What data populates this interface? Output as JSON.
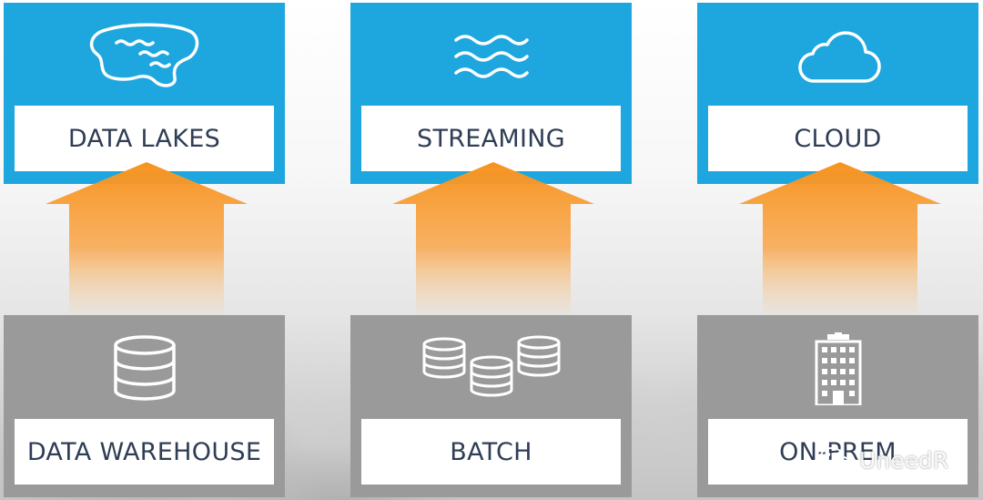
{
  "columns": [
    {
      "top_label": "DATA LAKES",
      "top_icon": "lake-icon",
      "bottom_label": "DATA WAREHOUSE",
      "bottom_icon": "database-icon"
    },
    {
      "top_label": "STREAMING",
      "top_icon": "waves-icon",
      "bottom_label": "BATCH",
      "bottom_icon": "databases-icon"
    },
    {
      "top_label": "CLOUD",
      "top_icon": "cloud-icon",
      "bottom_label": "ON-PREM",
      "bottom_icon": "building-icon"
    }
  ],
  "watermark": {
    "text": "UneedR",
    "icon": "wechat-icon"
  },
  "colors": {
    "top_box": "#1ea7df",
    "bottom_box": "#9a9a9a",
    "arrow": "#f7931e",
    "label_text": "#2f3d55"
  }
}
